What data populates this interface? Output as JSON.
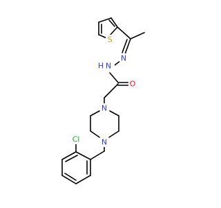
{
  "molecule": {
    "atoms": {
      "S": {
        "text": "S",
        "color": "#b5a500"
      },
      "N_upper": {
        "text": "N",
        "color": "#2b3bff"
      },
      "NH": {
        "text": "H",
        "color": "#2b3bff"
      },
      "N_hydrazide": {
        "text": "N",
        "color": "#2b3bff"
      },
      "O": {
        "text": "O",
        "color": "#ff0d0d"
      },
      "N_pip1": {
        "text": "N",
        "color": "#2b3bff"
      },
      "N_pip2": {
        "text": "N",
        "color": "#2b3bff"
      },
      "Cl": {
        "text": "Cl",
        "color": "#1fb21f"
      }
    },
    "bond_color": "#000000"
  }
}
